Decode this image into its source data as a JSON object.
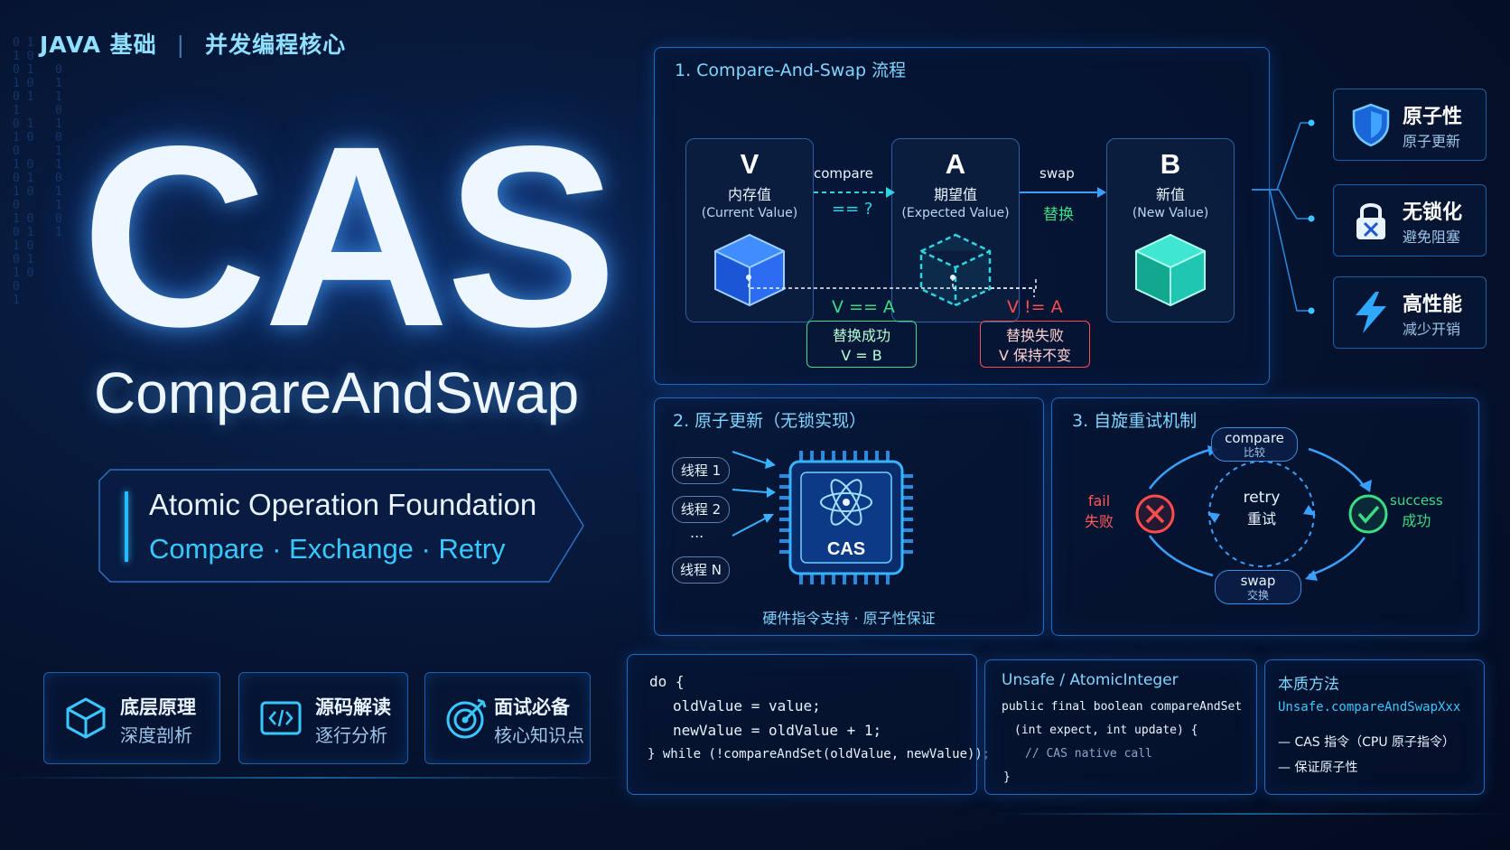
{
  "header": {
    "left": "JAVA 基础",
    "right": "并发编程核心"
  },
  "hero": {
    "title": "CAS",
    "subtitle": "CompareAndSwap"
  },
  "banner": {
    "line1": "Atomic Operation Foundation",
    "line2": "Compare · Exchange · Retry"
  },
  "features": [
    {
      "title": "底层原理",
      "desc": "深度剖析",
      "icon": "cube-icon"
    },
    {
      "title": "源码解读",
      "desc": "逐行分析",
      "icon": "code-icon"
    },
    {
      "title": "面试必备",
      "desc": "核心知识点",
      "icon": "target-icon"
    }
  ],
  "flow": {
    "title": "1. Compare-And-Swap 流程",
    "nodes": [
      {
        "letter": "V",
        "cn": "内存值",
        "en": "(Current Value)"
      },
      {
        "letter": "A",
        "cn": "期望值",
        "en": "(Expected Value)"
      },
      {
        "letter": "B",
        "cn": "新值",
        "en": "(New Value)"
      }
    ],
    "compare_label": "compare",
    "compare_op": "== ?",
    "swap_label": "swap",
    "swap_cn": "替换",
    "success": {
      "cond": "V == A",
      "line1": "替换成功",
      "line2": "V = B"
    },
    "fail": {
      "cond": "V != A",
      "line1": "替换失败",
      "line2": "V 保持不变"
    }
  },
  "side": [
    {
      "title": "原子性",
      "desc": "原子更新",
      "icon": "shield-icon"
    },
    {
      "title": "无锁化",
      "desc": "避免阻塞",
      "icon": "unlock-icon"
    },
    {
      "title": "高性能",
      "desc": "减少开销",
      "icon": "lightning-icon"
    }
  ],
  "atomic": {
    "title": "2. 原子更新（无锁实现）",
    "threads": [
      "线程 1",
      "线程 2",
      "...",
      "线程 N"
    ],
    "chip": "CAS",
    "footer": "硬件指令支持  ·  原子性保证"
  },
  "spin": {
    "title": "3. 自旋重试机制",
    "compare": {
      "en": "compare",
      "cn": "比较"
    },
    "swap": {
      "en": "swap",
      "cn": "交换"
    },
    "fail": {
      "en": "fail",
      "cn": "失败"
    },
    "success": {
      "en": "success",
      "cn": "成功"
    },
    "retry": {
      "en": "retry",
      "cn": "重试"
    }
  },
  "code1": {
    "lines": [
      "do {",
      "oldValue = value;",
      "newValue = oldValue + 1;",
      "} while (!compareAndSet(oldValue, newValue));"
    ]
  },
  "code2": {
    "title": "Unsafe / AtomicInteger",
    "lines": [
      "public final boolean compareAndSet",
      "(int expect, int update) {",
      "// CAS native call",
      "}"
    ]
  },
  "code3": {
    "title": "本质方法",
    "method": "Unsafe.compareAndSwapXxx",
    "bullets": [
      "— CAS 指令（CPU 原子指令）",
      "— 保证原子性"
    ]
  },
  "colors": {
    "accent": "#38c8ff",
    "success": "#3ddc84",
    "fail": "#ff4d4d",
    "bg": "#061533"
  }
}
